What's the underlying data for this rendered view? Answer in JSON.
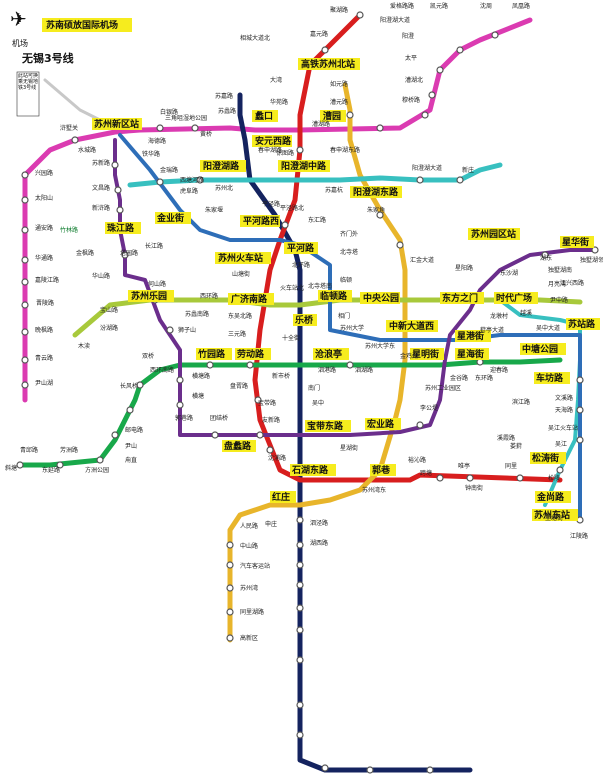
{
  "colors": {
    "line1": "#18a84a",
    "line2": "#d81e1e",
    "line3": "#e8b52b",
    "line4": "#14235f",
    "line5": "#db3bb1",
    "line6": "#2e6eb8",
    "line7": "#a8c93b",
    "line8": "#38c0c0",
    "line9": "#6b2e8c",
    "highlight": "#f6ec1e"
  },
  "airport": {
    "label": "苏南硕放国际机场",
    "icon": "airplane-icon",
    "vertical_text": "机场"
  },
  "wuxi": {
    "title": "无锡3号线",
    "note": "此站可换乘无锡地铁3号线"
  },
  "hubs": [
    "高铁苏州北站",
    "苏州新区站",
    "安元西路",
    "蠡口",
    "漕园",
    "阳澄湖路",
    "阳澄湖中路",
    "阳澄湖东路",
    "金业街",
    "珠江路",
    "平河路西",
    "平河路",
    "苏州火车站",
    "苏州园区站",
    "星华街",
    "苏州乐园",
    "广济南路",
    "临顿路",
    "中央公园",
    "东方之门",
    "时代广场",
    "乐桥",
    "中新大道西",
    "星港街",
    "苏站路",
    "竹园路",
    "劳动路",
    "沧浪亭",
    "星明街",
    "星海街",
    "中塘公园",
    "车坊路",
    "宝带东路",
    "宏业路",
    "盘蠡路",
    "石湖东路",
    "郭巷",
    "松涛街",
    "红庄",
    "金尚路",
    "苏州东站"
  ],
  "stations": [
    "聚湖路",
    "爱格路路",
    "凯元路",
    "沈周",
    "凤凰路",
    "阳澄湖大道",
    "阳澄",
    "太平",
    "漕湖北",
    "穆桥路",
    "相城大道北",
    "嘉元路",
    "大湾",
    "如元路",
    "漕元路",
    "苏嘉路",
    "苏蠡路",
    "华苑路",
    "徐图路",
    "春申湖路",
    "春申湖东路",
    "漕湖路",
    "阳澄湖大道",
    "新庄",
    "朱家角",
    "浒墅关",
    "白银路",
    "三角咀湿地公园",
    "黄桥",
    "海德路",
    "铁华路",
    "金瑞路",
    "西塘河路",
    "虎阜路",
    "苏州北",
    "平泾路",
    "朱家堰",
    "平泾路北",
    "苏嘉杭",
    "东汇路",
    "齐门外",
    "北寺塔",
    "临顿",
    "山塘街",
    "北环路",
    "火车站北",
    "汇金大道",
    "苏州大学",
    "苏州大学东",
    "相门",
    "北寺塔南",
    "水城路",
    "苏新路",
    "文昌路",
    "新浒路",
    "兴园路",
    "太阳山",
    "通安路",
    "华通路",
    "竹林路",
    "嘉陵江路",
    "长江路",
    "金枫路",
    "塔园路",
    "华山路",
    "何山路",
    "西环路",
    "宝山路",
    "苏蠡南路",
    "狮子山",
    "汾湖路",
    "木渎",
    "东吴北路",
    "三元路",
    "十全街",
    "双桥",
    "晋陵路",
    "晚枫路",
    "南门",
    "新市桥",
    "青云路",
    "泗港路",
    "泗湖路",
    "西环南路",
    "盘胥路",
    "长风桥",
    "横塘路",
    "横塘",
    "宝带路",
    "友新路",
    "吴中",
    "尹山湖",
    "郭巷路",
    "团结桥",
    "邮电路",
    "尹山",
    "甪直",
    "青邱路",
    "斜塘",
    "芳洲路",
    "东延路",
    "方洲公园",
    "沈浦路",
    "星湖街",
    "裕沁路",
    "跨塘",
    "唯亭",
    "钟南街",
    "星塘街",
    "娄葑",
    "李公堤",
    "苏州工业园区",
    "金鸡湖",
    "东环路",
    "星阳路",
    "东沙湖",
    "湖东",
    "独墅湖邻里中心",
    "独墅湖南",
    "月亮湾",
    "尹中路",
    "金谷路",
    "迎春路",
    "葑亭大道",
    "龙墩村",
    "吴中大道",
    "越溪",
    "文溪路",
    "天海路",
    "滨江路",
    "溪霞路",
    "同里",
    "吴江火车站",
    "松陵",
    "江兴西路",
    "江陵路",
    "吴江",
    "苏州湾东",
    "人民路",
    "中山路",
    "汽车客运站",
    "苏州湾",
    "同里湖路",
    "高新区",
    "申庄",
    "泗泾路",
    "湖西路"
  ]
}
